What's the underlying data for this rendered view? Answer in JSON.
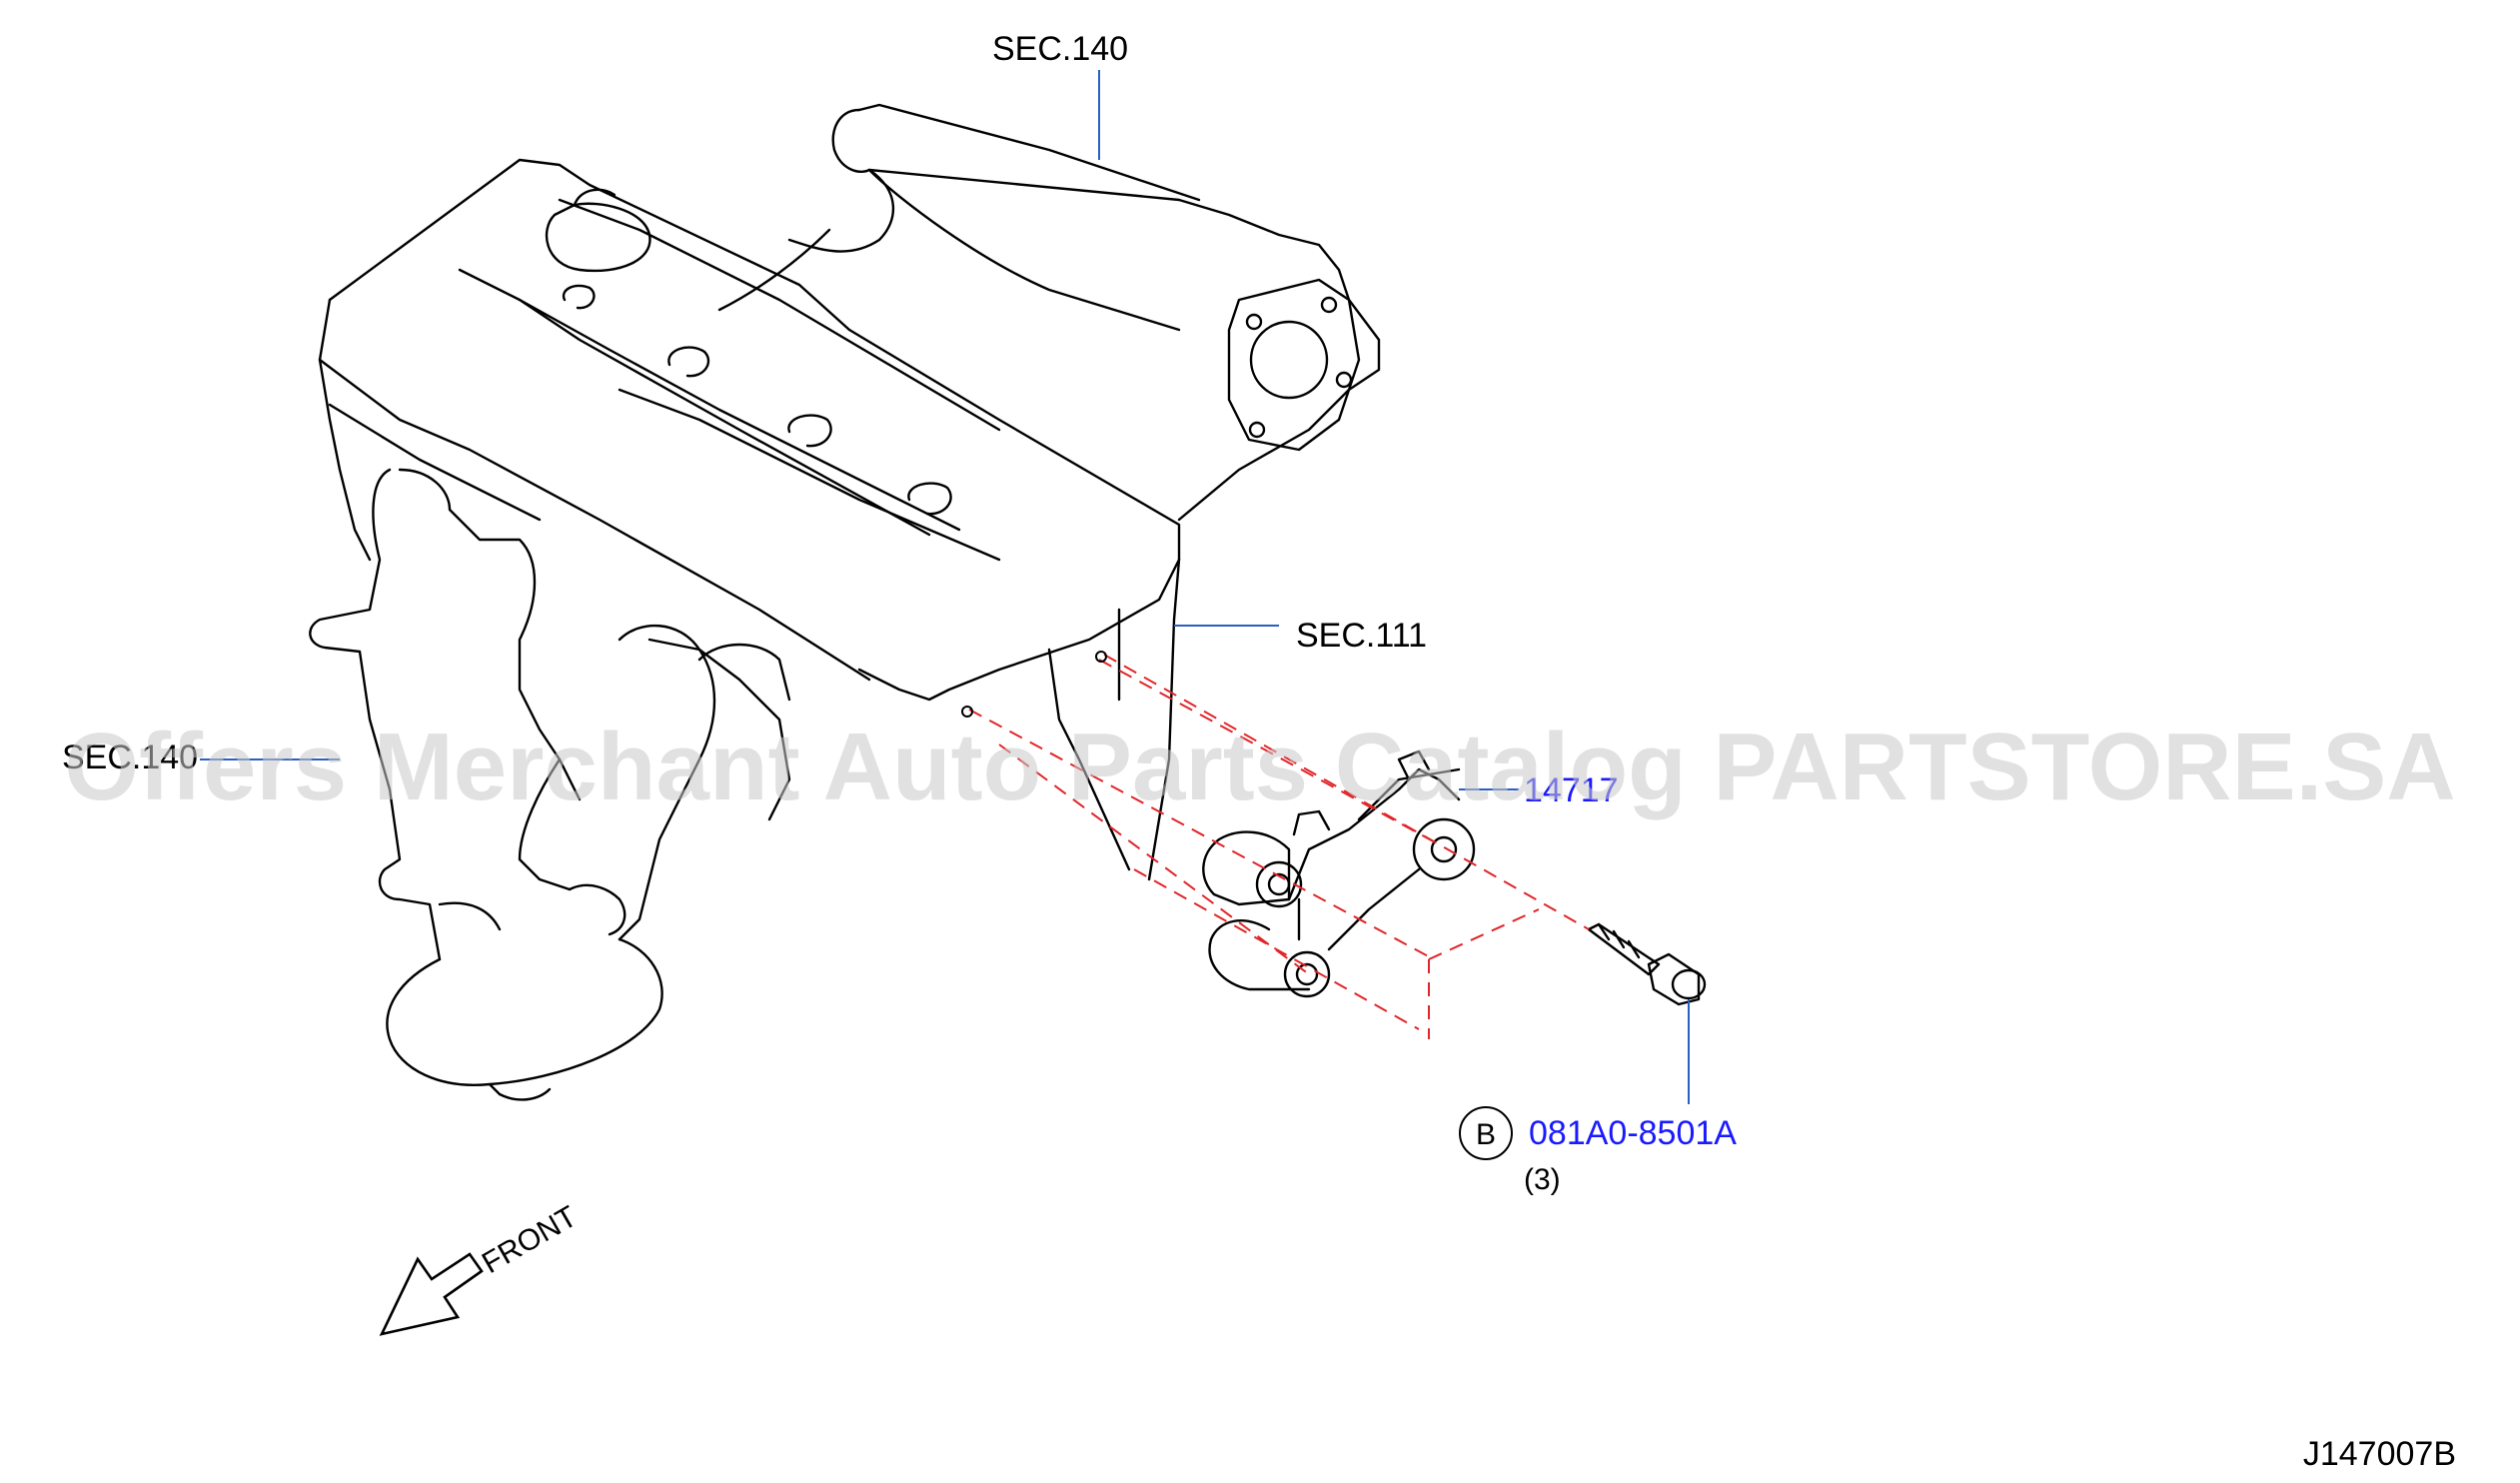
{
  "diagram": {
    "labels": {
      "sec_140_top": "SEC.140",
      "sec_111": "SEC.111",
      "sec_140_left": "SEC.140",
      "part_14717": "14717",
      "bolt_part": "081A0-8501A",
      "bolt_qty": "(3)",
      "bolt_ref_letter": "B",
      "front_label": "FRONT",
      "drawing_id": "J147007B"
    },
    "watermark": "Offers Merchant Auto Parts Catalog PARTSTORE.SA",
    "colors": {
      "link_blue": "#1a1aff",
      "leader_blue": "#2b5fc0",
      "dash_red": "#e0262a",
      "line_black": "#000000",
      "watermark_gray": "#c8c8c8"
    }
  }
}
